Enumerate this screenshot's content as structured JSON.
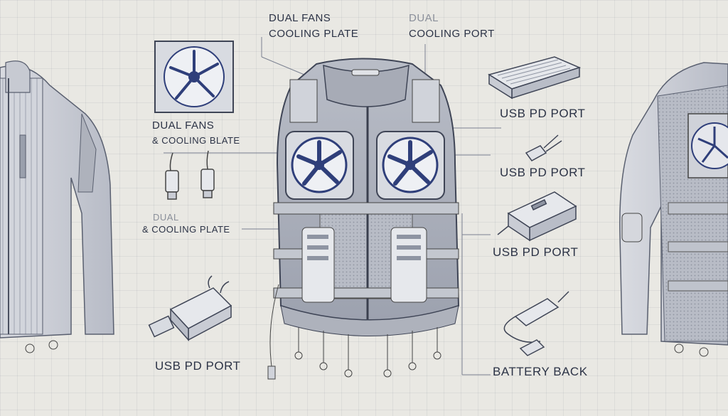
{
  "labels": {
    "top_center_line1": "DUAL FANS",
    "top_center_line2": "COOLING PLATE",
    "top_right_line1": "DUAL",
    "top_right_line2": "COOLING PORT",
    "left_fan_line1": "DUAL FANS",
    "left_fan_line2": "& COOLING BLATE",
    "left_mid_faint": "DUAL",
    "left_mid": "& COOLING PLATE",
    "left_bottom": "USB PD PORT",
    "right_1": "USB PD PORT",
    "right_2": "USB PD PORT",
    "right_3": "USB PD PORT",
    "right_bottom": "BATTERY BACK"
  },
  "colors": {
    "background": "#e9e8e3",
    "ink": "#2c3346",
    "fabric": "#c9ccd4",
    "fan_blue": "#2f3f7a"
  },
  "icons": [
    "fan-icon",
    "usb-plug-icon",
    "cooling-plate-icon",
    "power-bank-icon",
    "cable-icon"
  ]
}
